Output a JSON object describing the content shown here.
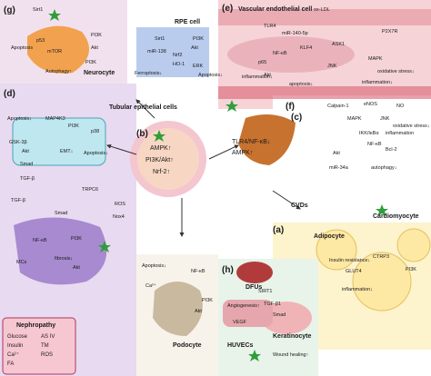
{
  "panels": {
    "g": {
      "letter": "(g)",
      "title": "Neurocyte",
      "labels": [
        "Sirt1",
        "Apoptosis",
        "p53",
        "mTOR",
        "Autophagy↑",
        "PI3K",
        "Akt",
        "PI3K"
      ]
    },
    "rpe": {
      "title": "RPE cell",
      "labels": [
        "Sirt1",
        "miR-138",
        "Ferroptosis↓",
        "Nrf2",
        "HO-1",
        "Akt",
        "PI3K",
        "ERK",
        "Apoptosis↓"
      ]
    },
    "e": {
      "letter": "(e)",
      "title": "Vascular endothelial cell",
      "labels": [
        "ox-LDL",
        "TLR4",
        "P2X7R",
        "miR-140-5p",
        "ASK1",
        "NF-κB",
        "KLF4",
        "p65",
        "JNK",
        "MAPK",
        "oxidative stress↓",
        "inflammation↓",
        "Akt",
        "apoptosis↓",
        "inflammation↓"
      ]
    },
    "d": {
      "letter": "(d)",
      "title": "Tubular epithelial cells",
      "labels": [
        "Apoptosis↓",
        "MAP4K3",
        "PI3K",
        "p38",
        "GSK-3β",
        "Akt",
        "Smad",
        "EMT↓",
        "Apoptosis↓",
        "TGF-β",
        "TGF-β",
        "TRPC6",
        "ROS",
        "Smad",
        "Nox4",
        "NF-κB",
        "MCs",
        "PI3K",
        "fibrosis↓",
        "Akt"
      ]
    },
    "b": {
      "letter": "(b)",
      "labels": [
        "AMPK↑",
        "PI3K/Akt↑",
        "Nrf-2↑"
      ]
    },
    "c": {
      "letter": "(c)",
      "labels": [
        "TLR4/NF-κB↓",
        "AMPK↑"
      ]
    },
    "f": {
      "letter": "(f)",
      "title": "Cardiomyocyte",
      "cvds": "CVDs",
      "labels": [
        "Calpain-1",
        "eNOS",
        "NO",
        "MAPK",
        "JNK",
        "oxidative stress↓",
        "IKK/IκBα",
        "inflammation",
        "NF-κB",
        "Bcl-2",
        "Akt",
        "miR-34a",
        "autophagy↓"
      ]
    },
    "a": {
      "letter": "(a)",
      "title": "Adipocyte",
      "labels": [
        "Insulin resistance↓",
        "CTRP3",
        "GLUT4",
        "PI3K",
        "inflammation↓"
      ]
    },
    "h": {
      "letter": "(h)",
      "dfu": "DFUs",
      "huvecs": "HUVECs",
      "keratinocyte": "Keratinocyte",
      "labels": [
        "Angiogenesis↑",
        "SIRT1",
        "VEGF",
        "TGF-β1",
        "Smad",
        "Wound healing↑"
      ]
    },
    "podocyte": {
      "title": "Podocyte",
      "labels": [
        "Apoptosis↓",
        "NF-κB",
        "Ca²⁺",
        "PI3K",
        "Akt"
      ]
    }
  },
  "legend": {
    "title": "Nephropathy",
    "items": [
      "Glucose",
      "AS IV",
      "Insulin",
      "TM",
      "Ca²⁺",
      "ROS",
      "FA"
    ]
  },
  "colors": {
    "purple_bg": "#e6d6ef",
    "vessel_bg": "#f4cdd2",
    "adipo_bg": "#fbf3cf",
    "green_bg": "#d8efe0",
    "drug_star": "#2f9e3a",
    "arrow": "#333333"
  }
}
